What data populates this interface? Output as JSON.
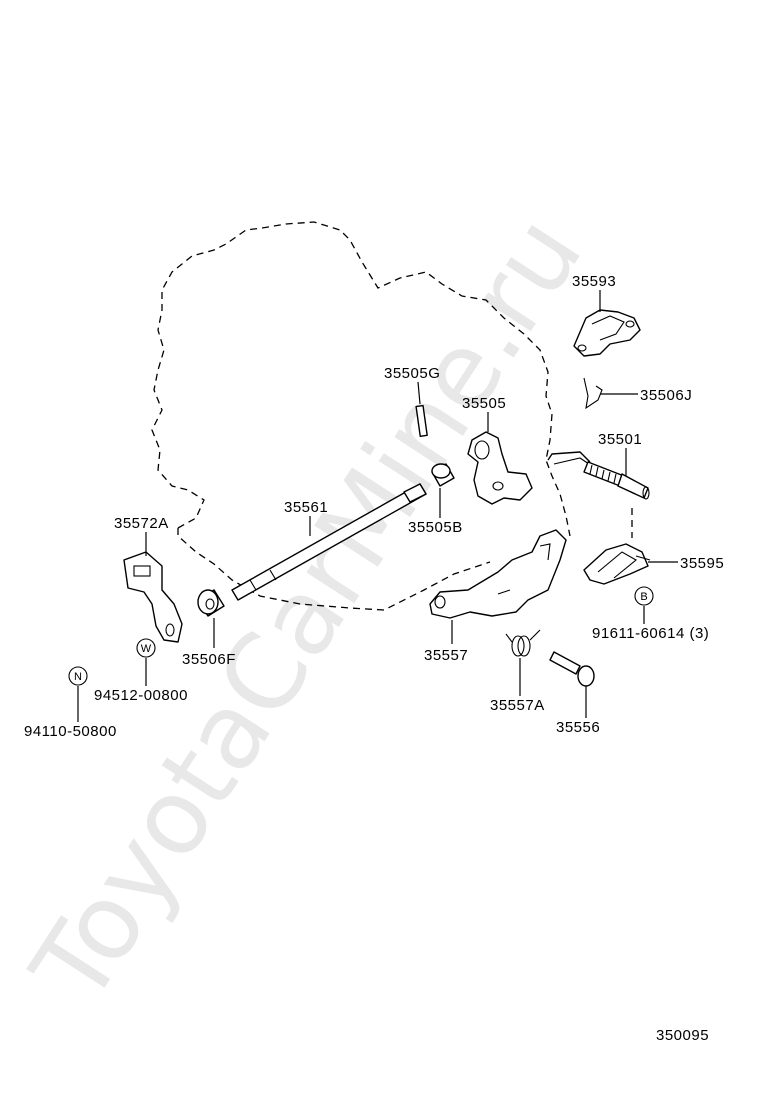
{
  "watermark": "ToyotaCarMine.ru",
  "diagram_code": "350095",
  "parts": {
    "p35593": "35593",
    "p35506J": "35506J",
    "p35505G": "35505G",
    "p35505": "35505",
    "p35501": "35501",
    "p35561": "35561",
    "p35505B": "35505B",
    "p35572A": "35572A",
    "p35595": "35595",
    "p91611": "91611-60614 (3)",
    "p35506F": "35506F",
    "p35557": "35557",
    "p94512": "94512-00800",
    "p94110": "94110-50800",
    "p35557A": "35557A",
    "p35556": "35556"
  },
  "circle_codes": {
    "B": "B",
    "W": "W",
    "N": "N"
  }
}
